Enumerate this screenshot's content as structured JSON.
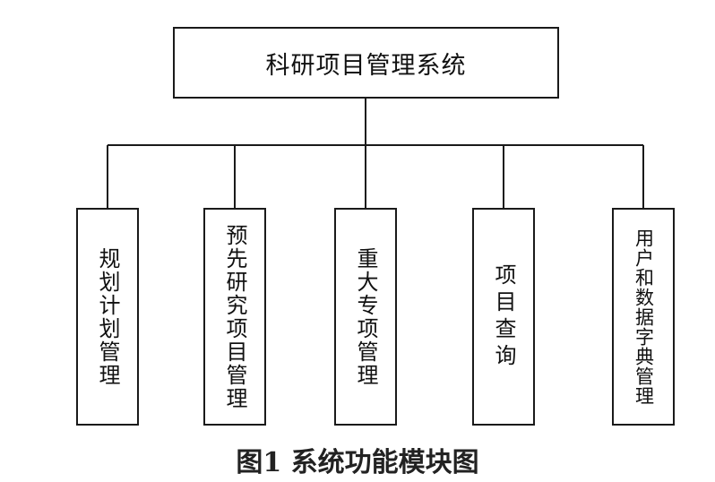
{
  "diagram": {
    "root": {
      "label": "科研项目管理系统"
    },
    "modules": [
      {
        "label": "规划计划管理"
      },
      {
        "label": "预先研究项目管理"
      },
      {
        "label": "重大专项管理"
      },
      {
        "label": "项目查询"
      },
      {
        "label": "用户和数据字典管理"
      }
    ]
  },
  "caption": "图1  系统功能模块图"
}
